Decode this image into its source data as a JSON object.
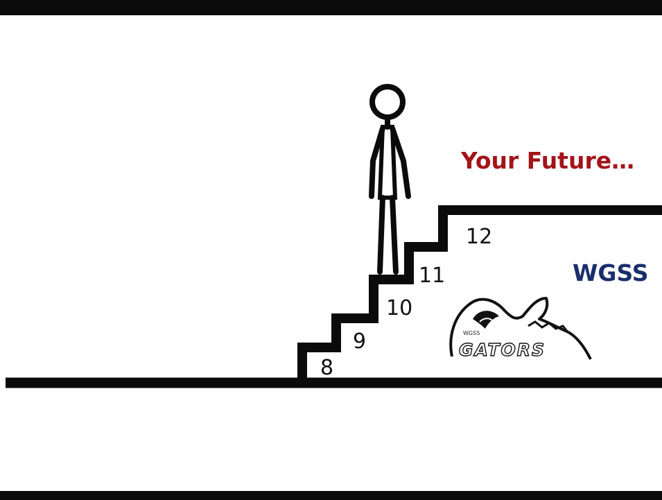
{
  "headline": "Your Future…",
  "school": "WGSS",
  "steps": [
    {
      "label": "8"
    },
    {
      "label": "9"
    },
    {
      "label": "10"
    },
    {
      "label": "11"
    },
    {
      "label": "12"
    }
  ],
  "logo": {
    "name": "GATORS",
    "small_text": "WGSS"
  },
  "colors": {
    "headline": "#a31419",
    "school": "#1a2e6b",
    "ink": "#0b0b0b"
  }
}
